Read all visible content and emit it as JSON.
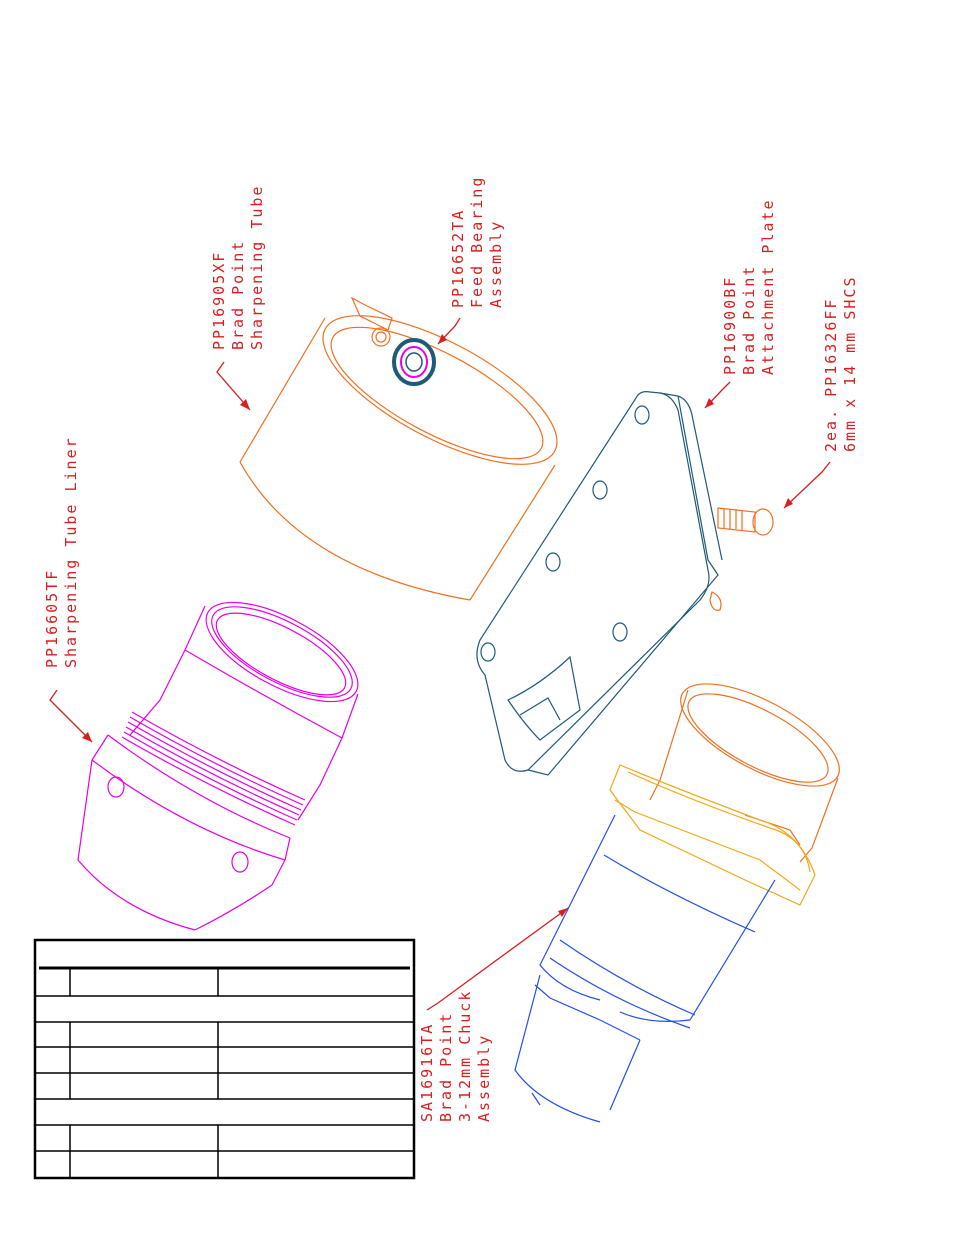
{
  "callouts": {
    "liner": [
      "PP16605TF",
      "Sharpening Tube Liner"
    ],
    "tube": [
      "PP16905XF",
      "Brad Point",
      "Sharpening Tube"
    ],
    "bearing": [
      "PP16652TA",
      "Feed Bearing",
      "Assembly"
    ],
    "plate": [
      "PP16900BF",
      "Brad Point",
      "Attachment Plate"
    ],
    "screws": [
      "2ea. PP16326FF",
      "6mm x 14 mm SHCS"
    ],
    "chuck": [
      "SA16916TA",
      "Brad Point",
      "3-12mm Chuck",
      "Assembly"
    ]
  },
  "colors": {
    "label": "#d81e1e",
    "liner": "#e800e8",
    "tube": "#f07020",
    "plate": "#1f5a78",
    "chuck": "#2050e8",
    "collar": "#f0a818"
  }
}
